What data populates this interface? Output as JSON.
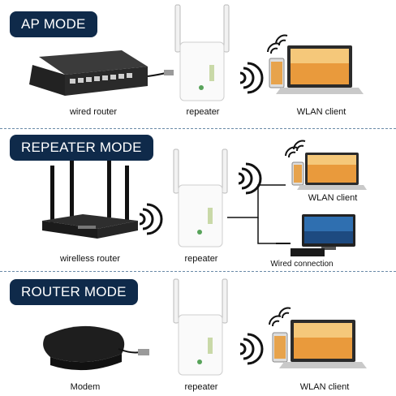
{
  "panels": [
    {
      "mode": "AP MODE",
      "labels": {
        "source": "wired router",
        "repeater": "repeater",
        "client": "WLAN client"
      }
    },
    {
      "mode": "REPEATER MODE",
      "labels": {
        "source": "wirelless router",
        "repeater": "repeater",
        "client": "WLAN client",
        "wired": "Wired connection"
      }
    },
    {
      "mode": "ROUTER MODE",
      "labels": {
        "source": "Modem",
        "repeater": "repeater",
        "client": "WLAN client"
      }
    }
  ]
}
